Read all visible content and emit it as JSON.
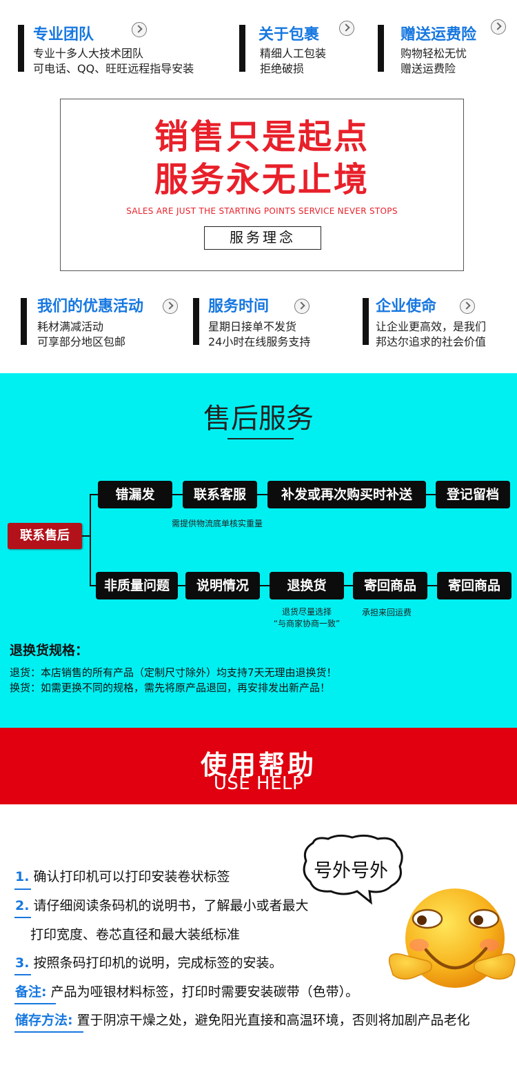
{
  "features_top": [
    {
      "title": "专业团队",
      "lines": [
        "专业十多人大技术团队",
        "可电话、QQ、旺旺远程指导安装"
      ]
    },
    {
      "title": "关于包裹",
      "lines": [
        "精细人工包装",
        "拒绝破损"
      ]
    },
    {
      "title": "赠送运费险",
      "lines": [
        "购物轻松无忧",
        "赠送运费险"
      ]
    }
  ],
  "slogan": {
    "line1": "销售只是起点",
    "line2": "服务永无止境",
    "english": "SALES ARE JUST THE STARTING POINTS SERVICE NEVER STOPS",
    "button": "服务理念"
  },
  "features_bottom": [
    {
      "title": "我们的优惠活动",
      "lines": [
        "耗材满减活动",
        "可享部分地区包邮"
      ]
    },
    {
      "title": "服务时间",
      "lines": [
        "星期日接单不发货",
        "24小时在线服务支持"
      ]
    },
    {
      "title": "企业使命",
      "lines": [
        "让企业更高效，是我们",
        "邦达尔追求的社会价值"
      ]
    }
  ],
  "after_sales": {
    "title": "售后服务",
    "contact": "联系售后",
    "row1": [
      "错漏发",
      "联系客服",
      "补发或再次购买时补送",
      "登记留档"
    ],
    "row1_note": "需提供物流底单核实重量",
    "row2": [
      "非质量问题",
      "说明情况",
      "退换货",
      "寄回商品",
      "寄回商品"
    ],
    "row2_note1": [
      "退货尽量选择",
      "“与商家协商一致”"
    ],
    "row2_note2": "承担来回运费",
    "colors": {
      "background": "#00f0f2",
      "box": "#0c0c0c",
      "contact": "#b3121a"
    }
  },
  "rules": {
    "title": "退换货规格：",
    "lines": [
      "退货：本店销售的所有产品（定制尺寸除外）均支持7天无理由退换货！",
      "换货：如需更换不同的规格，需先将原产品退回，再安排发出新产品！"
    ]
  },
  "help": {
    "title_cn": "使用帮助",
    "title_en": "USE HELP",
    "bubble": "号外号外",
    "steps": [
      {
        "num": "1.",
        "text": "确认打印机可以打印安装卷状标签"
      },
      {
        "num": "2.",
        "text": "请仔细阅读条码机的说明书，了解最小或者最大"
      },
      {
        "num": "",
        "text": "打印宽度、卷芯直径和最大装纸标准"
      },
      {
        "num": "3.",
        "text": "按照条码打印机的说明，完成标签的安装。"
      },
      {
        "num": "备注:",
        "text": "产品为哑银材料标签，打印时需要安装碳带（色带）。"
      },
      {
        "num": "储存方法:",
        "text": "置于阴凉干燥之处，避免阳光直接和高温环境，否则将加剧产品老化"
      }
    ],
    "colors": {
      "banner": "#e0000f",
      "accent": "#1677e0"
    }
  }
}
